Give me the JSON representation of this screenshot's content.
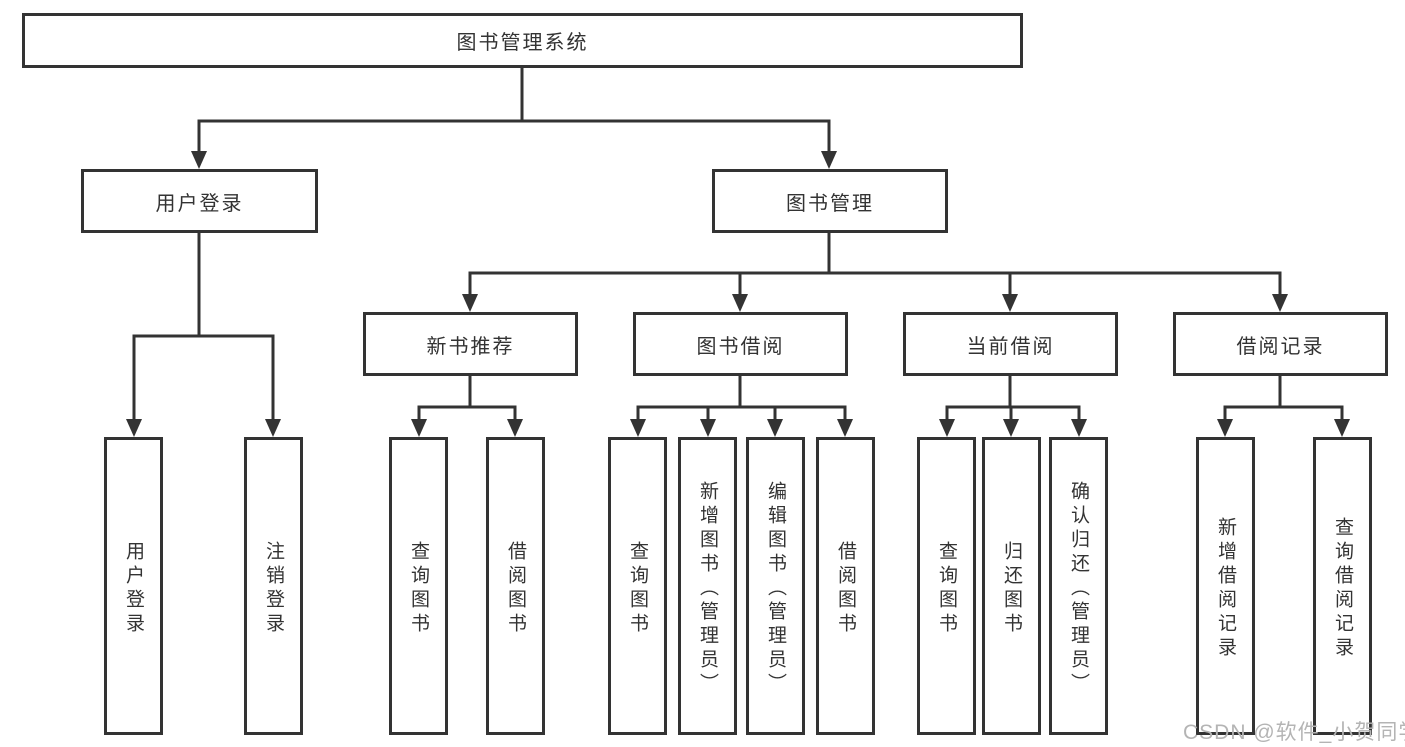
{
  "diagram_type": "functional-structure-tree",
  "colors": {
    "line": "#333333",
    "box_border": "#333333",
    "box_fill": "#ffffff",
    "text": "#333333",
    "watermark": "#b4b4b4",
    "background": "#ffffff"
  },
  "tree": {
    "label": "图书管理系统",
    "children": [
      {
        "label": "用户登录",
        "children": [
          {
            "label": "用户登录"
          },
          {
            "label": "注销登录"
          }
        ]
      },
      {
        "label": "图书管理",
        "children": [
          {
            "label": "新书推荐",
            "children": [
              {
                "label": "查询图书"
              },
              {
                "label": "借阅图书"
              }
            ]
          },
          {
            "label": "图书借阅",
            "children": [
              {
                "label": "查询图书"
              },
              {
                "label": "新增图书（管理员）"
              },
              {
                "label": "编辑图书（管理员）"
              },
              {
                "label": "借阅图书"
              }
            ]
          },
          {
            "label": "当前借阅",
            "children": [
              {
                "label": "查询图书"
              },
              {
                "label": "归还图书"
              },
              {
                "label": "确认归还（管理员）"
              }
            ]
          },
          {
            "label": "借阅记录",
            "children": [
              {
                "label": "新增借阅记录"
              },
              {
                "label": "查询借阅记录"
              }
            ]
          }
        ]
      }
    ]
  },
  "watermark": {
    "text": "CSDN @软件_小贺同学"
  }
}
